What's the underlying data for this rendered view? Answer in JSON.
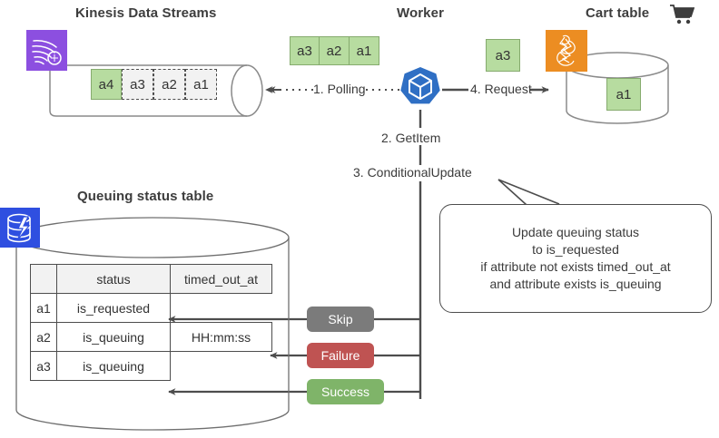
{
  "sections": {
    "kinesis": {
      "title": "Kinesis Data Streams",
      "icon": "kinesis-data-streams-icon",
      "icon_color": "#8c4fe0",
      "records": [
        {
          "label": "a4",
          "state": "new"
        },
        {
          "label": "a3",
          "state": "consumed"
        },
        {
          "label": "a2",
          "state": "consumed"
        },
        {
          "label": "a1",
          "state": "consumed"
        }
      ]
    },
    "worker": {
      "title": "Worker",
      "icon": "kubernetes-cube-icon",
      "icon_color": "#2f6fc4",
      "in_flight": [
        {
          "label": "a3"
        },
        {
          "label": "a2"
        },
        {
          "label": "a1"
        }
      ]
    },
    "cart": {
      "title": "Cart table",
      "title_icon": "shopping-cart-icon",
      "icon": "dynamodb-accelerator-icon",
      "icon_color": "#ec8d22",
      "pending": {
        "label": "a3"
      },
      "stored": {
        "label": "a1"
      }
    },
    "queuing": {
      "title": "Queuing status table",
      "icon": "dynamodb-streams-icon",
      "icon_color": "#2f4fe0",
      "columns": [
        "",
        "status",
        "timed_out_at"
      ],
      "rows": [
        {
          "key": "a1",
          "status": "is_requested",
          "timed_out_at": ""
        },
        {
          "key": "a2",
          "status": "is_queuing",
          "timed_out_at": "HH:mm:ss"
        },
        {
          "key": "a3",
          "status": "is_queuing",
          "timed_out_at": ""
        }
      ]
    }
  },
  "flow_labels": {
    "step1": "1. Polling",
    "step2": "2. GetItem",
    "step3": "3. ConditionalUpdate",
    "step4": "4. Request"
  },
  "badges": [
    {
      "label": "Skip",
      "color": "#7b7b7b"
    },
    {
      "label": "Failure",
      "color": "#bf5352"
    },
    {
      "label": "Success",
      "color": "#7fb469"
    }
  ],
  "callout": {
    "lines": [
      "Update queuing status",
      "to is_requested",
      "if attribute not exists timed_out_at",
      "and attribute exists is_queuing"
    ]
  },
  "palette": {
    "chip_green_fill": "#b7dca0",
    "chip_green_border": "#86ab6e",
    "line": "#4d4d4d",
    "text": "#3b3b3b"
  }
}
